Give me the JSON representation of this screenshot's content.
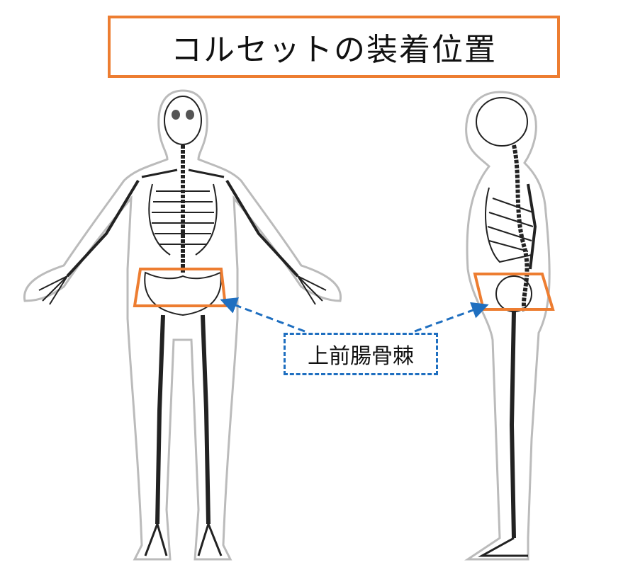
{
  "title": "コルセットの装着位置",
  "label": "上前腸骨棘",
  "colors": {
    "highlight": "#ED7D31",
    "annotation": "#1F6FC0"
  },
  "figures": [
    "front-view-skeleton",
    "side-view-skeleton"
  ]
}
